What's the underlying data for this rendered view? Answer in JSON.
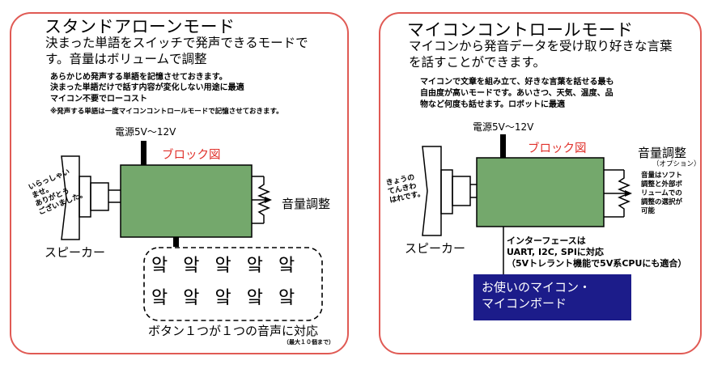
{
  "left": {
    "title": "スタンドアローンモード",
    "lead": [
      "決まった単語をスイッチで発声できるモードで",
      "す。音量はボリュームで調整"
    ],
    "notes": [
      "あらかじめ発声する単語を記憶させておきます。",
      "決まった単語だけで話す内容が変化しない用途に最適",
      "マイコン不要でローコスト"
    ],
    "note_small": "※発声する単語は一度マイコンコントロールモードで記憶させておきます。",
    "power_label": "電源5V～12V",
    "block_label": "ブロック図",
    "greeting": [
      "いらっしゃい",
      "ませ。",
      "ありがとう",
      "ございました。"
    ],
    "speaker_label": "スピーカー",
    "volume_label": "音量調整",
    "button_glyph": "앜",
    "button_caption": "ボタン１つが１つの音声に対応",
    "max_note": "（最大１０個まで）"
  },
  "right": {
    "title": "マイコンコントロールモード",
    "lead": [
      "マイコンから発音データを受け取り好きな言葉",
      "を話すことができます。"
    ],
    "notes": [
      "マイコンで文章を組み立て、好きな言葉を話せる最も",
      "自由度が高いモードです。あいさつ、天気、温度、品",
      "物など何度も話せます。ロボットに最適"
    ],
    "power_label": "電源5V～12V",
    "block_label": "ブロック図",
    "greeting": [
      "きょうの",
      "てんきわ",
      "はれです。"
    ],
    "speaker_label": "スピーカー",
    "volume_title": "音量調整",
    "volume_option": "（オプション）",
    "volume_note": [
      "音量はソフト",
      "調整と外部ボ",
      "リュームでの",
      "調整の選択が",
      "可能"
    ],
    "interface": [
      "インターフェースは",
      "UART, I2C, SPIに対応",
      "（5Vトレラント機能で5V系CPUにも適合）"
    ],
    "micro_box": [
      "お使いのマイコン・",
      "マイコンボード"
    ]
  },
  "colors": {
    "border": "#e05a54",
    "block_fill": "#74a86c",
    "micro_fill": "#1c1c8a",
    "accent_red": "#e0312b"
  }
}
